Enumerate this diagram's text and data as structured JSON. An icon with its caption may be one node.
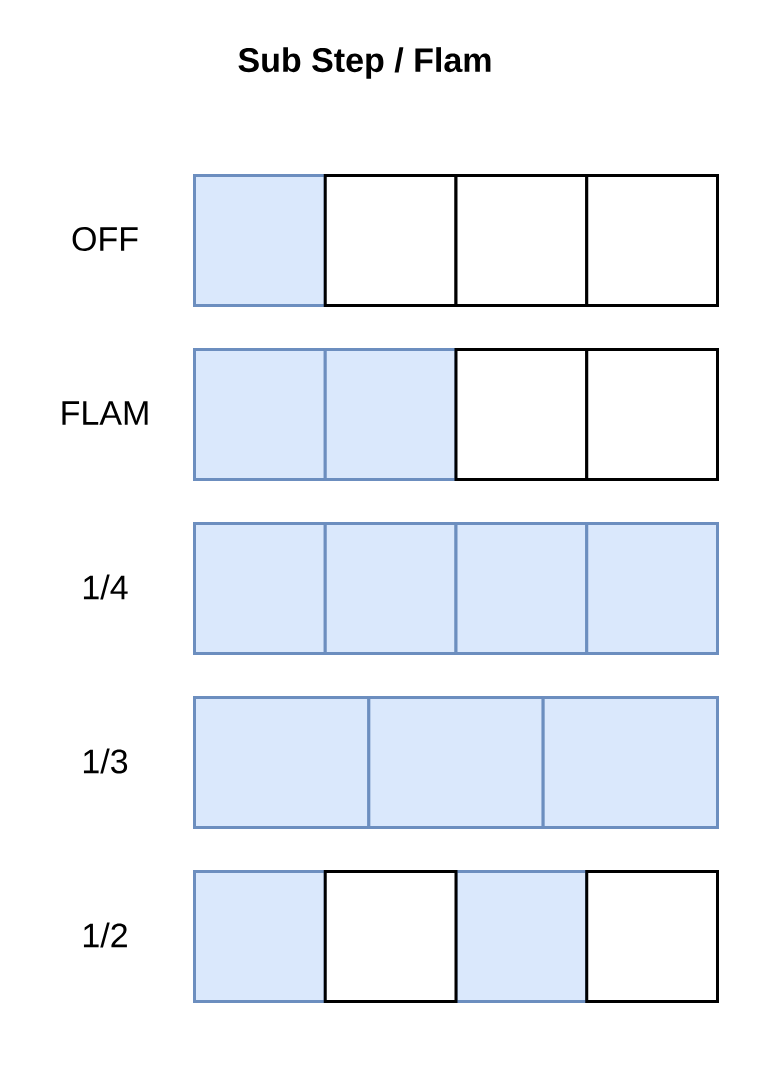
{
  "diagram": {
    "title": "Sub Step / Flam",
    "nodes": [
      {
        "text": [],
        "shape": "box"
      },
      {
        "text": [],
        "shape": "box"
      },
      {
        "text": [],
        "shape": "box"
      },
      {
        "text": [],
        "shape": "box"
      },
      {
        "text": [],
        "shape": "box"
      },
      {
        "text": [],
        "shape": "box"
      },
      {
        "text": [],
        "shape": "box"
      },
      {
        "text": [],
        "shape": "box"
      },
      {
        "text": [],
        "shape": "box"
      },
      {
        "text": [],
        "shape": "box"
      },
      {
        "text": [],
        "shape": "box"
      },
      {
        "text": [],
        "shape": "box"
      },
      {
        "text": [],
        "shape": "box"
      },
      {
        "text": [],
        "shape": "box"
      },
      {
        "text": [],
        "shape": "box"
      },
      {
        "text": [],
        "shape": "box"
      },
      {
        "text": [],
        "shape": "box"
      },
      {
        "text": [],
        "shape": "box"
      },
      {
        "text": [],
        "shape": "box"
      }
    ],
    "labels": [
      "OFF",
      "FLAM",
      "1/4",
      "1/3",
      "1/2"
    ]
  }
}
